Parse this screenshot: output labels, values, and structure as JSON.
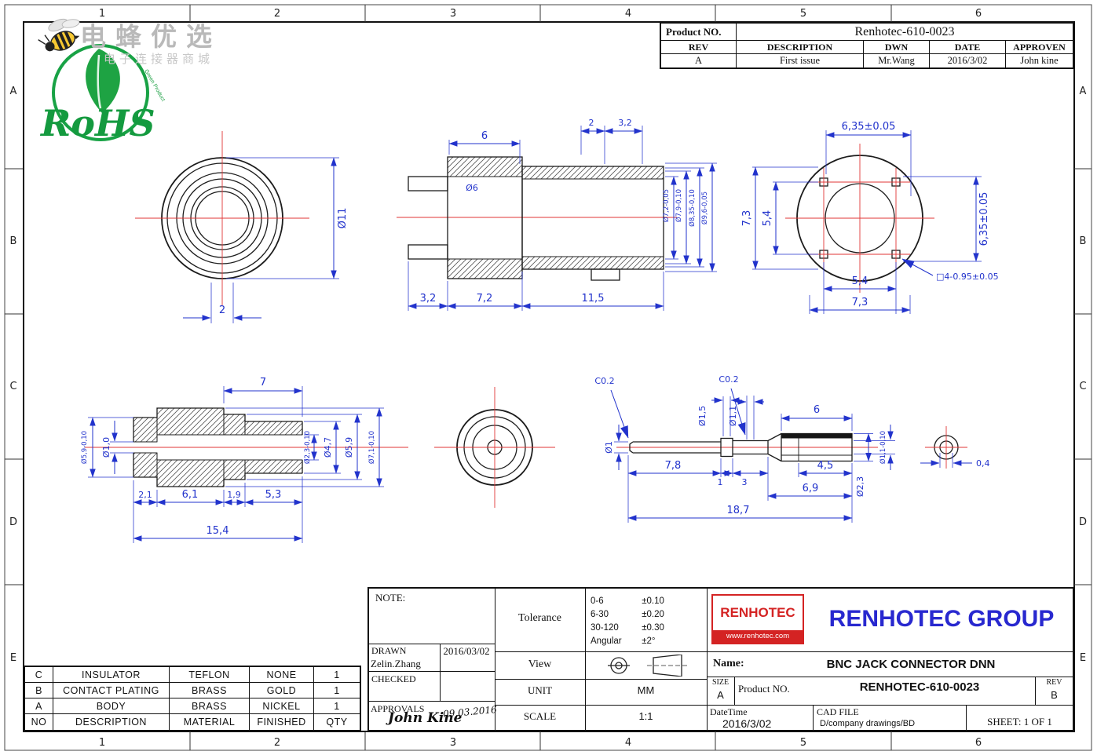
{
  "frame": {
    "cols": [
      "1",
      "2",
      "3",
      "4",
      "5",
      "6"
    ],
    "rows": [
      "A",
      "B",
      "C",
      "D",
      "E"
    ]
  },
  "logo": {
    "brand": "电蜂优选",
    "tagline": "电子连接器商城",
    "rohs": "RoHS",
    "green_note": "Green Product"
  },
  "rev_block": {
    "product_no_label": "Product NO.",
    "product_no_value": "Renhotec-610-0023",
    "h_rev": "REV",
    "h_description": "DESCRIPTION",
    "h_dwn": "DWN",
    "h_date": "DATE",
    "h_approven": "APPROVEN",
    "r_rev": "A",
    "r_description": "First issue",
    "r_dwn": "Mr.Wang",
    "r_date": "2016/3/02",
    "r_approven": "John kine"
  },
  "parts_table": {
    "rows": [
      {
        "no": "C",
        "description": "INSULATOR",
        "material": "TEFLON",
        "finished": "NONE",
        "qty": "1"
      },
      {
        "no": "B",
        "description": "CONTACT PLATING",
        "material": "BRASS",
        "finished": "GOLD",
        "qty": "1"
      },
      {
        "no": "A",
        "description": "BODY",
        "material": "BRASS",
        "finished": "NICKEL",
        "qty": "1"
      },
      {
        "no": "NO",
        "description": "DESCRIPTION",
        "material": "MATERIAL",
        "finished": "FINISHED",
        "qty": "QTY"
      }
    ]
  },
  "title_block": {
    "note_label": "NOTE:",
    "drawn_label": "DRAWN",
    "drawn_name": "Zelin.Zhang",
    "drawn_date": "2016/03/02",
    "checked_label": "CHECKED",
    "approvals_label": "APPROVALS",
    "approvals_signature": "John Kine",
    "approvals_date": "09.03.2016",
    "tolerance_label": "Tolerance",
    "tolerance_rows": [
      {
        "range": "0-6",
        "value": "±0.10"
      },
      {
        "range": "6-30",
        "value": "±0.20"
      },
      {
        "range": "30-120",
        "value": "±0.30"
      },
      {
        "range": "Angular",
        "value": "±2°"
      }
    ],
    "view_label": "View",
    "unit_label": "UNIT",
    "unit_value": "MM",
    "scale_label": "SCALE",
    "scale_value": "1:1",
    "brand_name": "RENHOTEC",
    "brand_site": "www.renhotec.com",
    "group_name": "RENHOTEC GROUP",
    "name_label": "Name:",
    "name_value": "BNC JACK CONNECTOR  DNN",
    "size_label": "SIZE",
    "size_value": "A",
    "product_label": "Product NO.",
    "product_value": "RENHOTEC-610-0023",
    "rev_label": "REV",
    "rev_value": "B",
    "datetime_label": "DateTime",
    "datetime_value": "2016/3/02",
    "cadfile_label": "CAD FILE",
    "cadfile_value": "D/company drawings/BD",
    "sheet_label": "SHEET:",
    "sheet_value": "1 OF 1"
  },
  "dims": {
    "v1_dia": "Ø11",
    "v1_w": "2",
    "v2_t6": "6",
    "v2_t2": "2",
    "v2_t32": "3,2",
    "v2_d6": "Ø6",
    "v2_r1": "Ø7,2-0,05",
    "v2_r2": "Ø7,9-0,10",
    "v2_r3": "Ø8,35-0,10",
    "v2_r4": "Ø9,6-0,05",
    "v2_b32": "3,2",
    "v2_b72": "7,2",
    "v2_b115": "11,5",
    "v3_top": "6,35±0.05",
    "v3_right": "6,35±0.05",
    "v3_l73": "7,3",
    "v3_l54": "5,4",
    "v3_b54": "5,4",
    "v3_b73": "7,3",
    "v3_hole": "□4-0.95±0.05",
    "v4_t7": "7",
    "v4_d10": "Ø1,0",
    "v4_d59s": "Ø5,9-0,10",
    "v4_d23": "Ø2,3-0,10",
    "v4_d47": "Ø4,7",
    "v4_d59": "Ø5,9",
    "v4_d71": "Ø7,1-0,10",
    "v4_b21": "2,1",
    "v4_b61": "6,1",
    "v4_b19": "1,9",
    "v4_b53": "5,3",
    "v4_b154": "15,4",
    "v6_c1": "C0.2",
    "v6_c2": "C0.2",
    "v6_d15": "Ø1,5",
    "v6_d11": "Ø1,1",
    "v6_d1": "Ø1",
    "v6_t6": "6",
    "v6_b78": "7,8",
    "v6_b1": "1",
    "v6_b3": "3",
    "v6_b45": "4,5",
    "v6_b69": "6,9",
    "v6_b187": "18,7",
    "v6_d23": "Ø2,3",
    "v6_d11t": "Ø1,1-0,10",
    "v7_04": "0,4"
  }
}
